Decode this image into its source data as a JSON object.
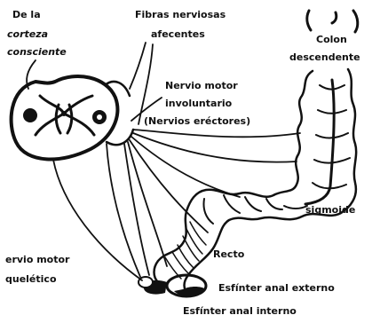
{
  "labels": {
    "cortex_line1": "De la",
    "cortex_line2": "corteza",
    "cortex_line3": "consciente",
    "afferent_line1": "Fibras nerviosas",
    "afferent_line2": "afecentes",
    "colon_line1": "Colon",
    "colon_line2": "descendente",
    "motor_line1": "Nervio motor",
    "motor_line2": "involuntario",
    "motor_line3": "(Nervios eréctores)",
    "sigmoid": "sigmoide",
    "rectum": "Recto",
    "skeletal_line1": "ervio motor",
    "skeletal_line2": "quelético",
    "ext_sphincter": "Esfínter anal externo",
    "int_sphincter": "Esfínter anal interno"
  }
}
